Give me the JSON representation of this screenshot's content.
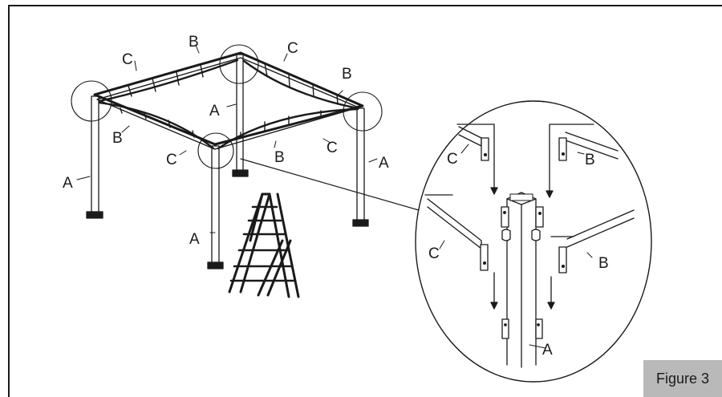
{
  "labels": {
    "leg": "A",
    "side_b": "B",
    "side_c": "C"
  },
  "figure_label": "Figure 3"
}
